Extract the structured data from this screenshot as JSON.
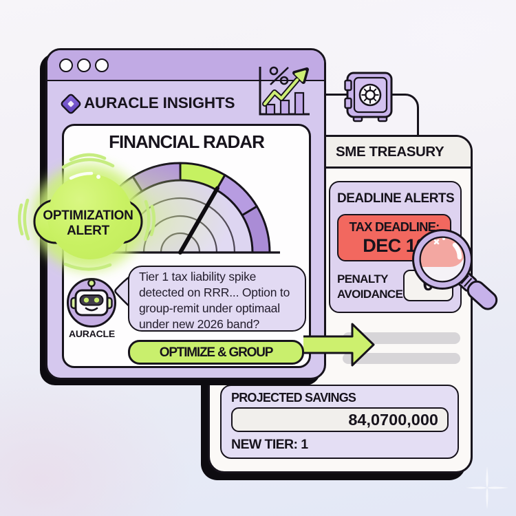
{
  "left_window": {
    "title": "AURACLE INSIGHTS",
    "titlebar_color": "#c1aae4",
    "body_color": "#d5c8ee",
    "window_dots": 3,
    "radar": {
      "title": "FINANCIAL RADAR",
      "gauge": {
        "type": "gauge",
        "segments": [
          {
            "from_deg": 180,
            "to_deg": 122,
            "color": "#c9c1cf"
          },
          {
            "from_deg": 122,
            "to_deg": 90,
            "color": "#b294dc"
          },
          {
            "from_deg": 90,
            "to_deg": 60,
            "color": "#c6f161"
          },
          {
            "from_deg": 60,
            "to_deg": 31,
            "color": "#b79ce1"
          },
          {
            "from_deg": 31,
            "to_deg": 0,
            "color": "#aa8cd6"
          }
        ],
        "needle_angle_deg": 60
      }
    },
    "alert_badge": {
      "line1": "OPTIMIZATION",
      "line2": "ALERT",
      "color": "#c9f163"
    },
    "assistant": {
      "name": "AURACLE",
      "message_lines": [
        "Tier 1 tax liability spike",
        "detected on RRR... Option to",
        "group-remit under optimaal",
        "under new 2026 band?"
      ]
    },
    "cta": {
      "label": "OPTIMIZE & GROUP",
      "color": "#c9ef6d"
    }
  },
  "right_window": {
    "title": "SME TREASURY",
    "deadline_panel": {
      "title": "DEADLINE ALERTS",
      "alert_line1": "TAX DEADLINE:",
      "alert_line2": "DEC 10",
      "alert_color": "#f2685f",
      "penalty_line1": "PENALTY",
      "penalty_line2": "AVOIDANCE",
      "penalty_value": "0"
    },
    "progress_bars": 2,
    "savings_panel": {
      "title": "PROJECTED SAVINGS",
      "value": "84,0700,000",
      "tier_label": "NEW TIER: 1"
    }
  },
  "icons": {
    "app_diamond": "purple-diamond",
    "growth_chart": "percent-growth-chart",
    "vault": "treasury-safe",
    "magnifier": "magnifying-glass",
    "robot": "auracle-bot",
    "sparkle": "background-sparkle"
  },
  "colors": {
    "outline": "#17131c",
    "accent_green": "#c9f163",
    "accent_purple": "#b294dc",
    "alert_red": "#f2685f",
    "window_purple": "#d5c8ee",
    "panel_lavender": "#ded3f0"
  }
}
